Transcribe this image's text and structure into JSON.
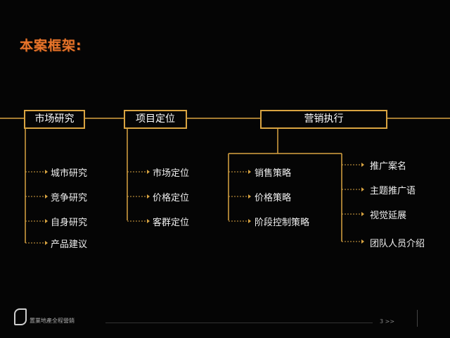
{
  "title": "本案框架:",
  "boxes": {
    "market": "市场研究",
    "position": "项目定位",
    "marketing": "营销执行"
  },
  "market_items": [
    "城市研究",
    "竞争研究",
    "自身研究",
    "产品建议"
  ],
  "position_items": [
    "市场定位",
    "价格定位",
    "客群定位"
  ],
  "marketing_items": [
    "销售策略",
    "价格策略",
    "阶段控制策略"
  ],
  "promo_items": [
    "推广案名",
    "主题推广语",
    "视觉延展",
    "团队人员介绍"
  ],
  "footer": {
    "logo_text": "置業地產全程營銷",
    "mark": "3 >>"
  },
  "colors": {
    "accent": "#e8742a",
    "line": "#d9a441",
    "text": "#ffffff",
    "background": "#050505"
  }
}
